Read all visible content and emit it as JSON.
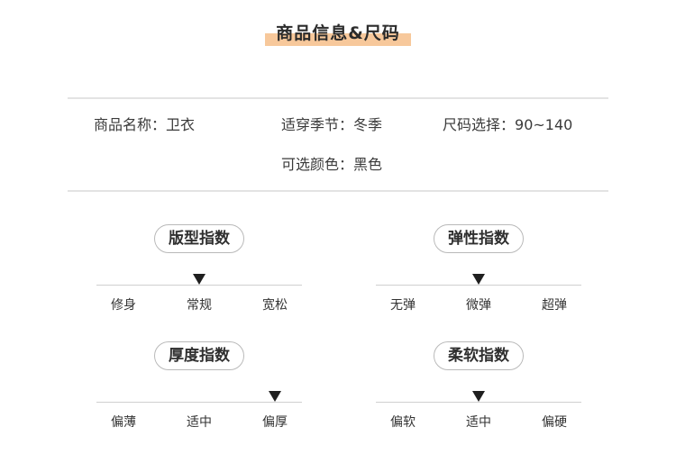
{
  "title": "商品信息&尺码",
  "colors": {
    "title_highlight": "#f7c89b",
    "divider": "#e3e3e3",
    "marker": "#1f1f1f"
  },
  "info": {
    "name": {
      "label": "商品名称：",
      "value": "卫衣"
    },
    "season": {
      "label": "适穿季节：",
      "value": "冬季"
    },
    "size": {
      "label": "尺码选择：",
      "value": "90~140"
    },
    "color": {
      "label": "可选颜色：",
      "value": "黑色"
    }
  },
  "indices": {
    "fit": {
      "title": "版型指数",
      "options": [
        "修身",
        "常规",
        "宽松"
      ],
      "selected": "常规"
    },
    "elasticity": {
      "title": "弹性指数",
      "options": [
        "无弹",
        "微弹",
        "超弹"
      ],
      "selected": "微弹"
    },
    "thickness": {
      "title": "厚度指数",
      "options": [
        "偏薄",
        "适中",
        "偏厚"
      ],
      "selected": "偏厚"
    },
    "softness": {
      "title": "柔软指数",
      "options": [
        "偏软",
        "适中",
        "偏硬"
      ],
      "selected": "适中"
    }
  }
}
